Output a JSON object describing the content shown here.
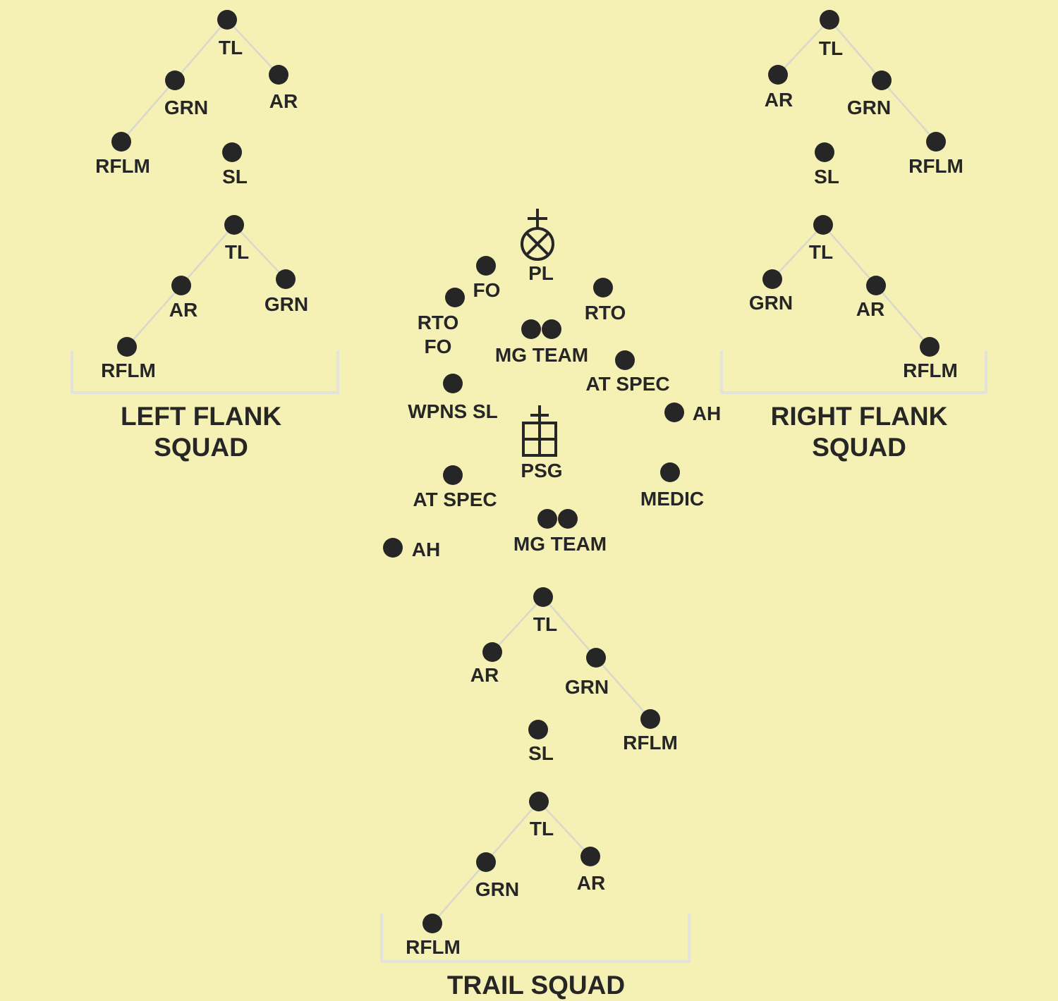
{
  "colors": {
    "background": "#f5f0b4",
    "marker": "#262626",
    "link": "#d8d8cc",
    "bracket": "#e3e3dc"
  },
  "squad_captions": {
    "left_flank": [
      "LEFT FLANK",
      "SQUAD"
    ],
    "right_flank": [
      "RIGHT FLANK",
      "SQUAD"
    ],
    "trail": [
      "TRAIL SQUAD"
    ]
  },
  "icons": {
    "platoon_leader": "platoon-leader-symbol-icon",
    "platoon_sergeant": "platoon-sergeant-symbol-icon"
  },
  "labels": {
    "lf_a_tl": "TL",
    "lf_a_grn": "GRN",
    "lf_a_ar": "AR",
    "lf_a_rflm": "RFLM",
    "lf_sl": "SL",
    "lf_b_tl": "TL",
    "lf_b_ar": "AR",
    "lf_b_grn": "GRN",
    "lf_b_rflm": "RFLM",
    "rf_a_tl": "TL",
    "rf_a_ar": "AR",
    "rf_a_grn": "GRN",
    "rf_a_rflm": "RFLM",
    "rf_sl": "SL",
    "rf_b_tl": "TL",
    "rf_b_grn": "GRN",
    "rf_b_ar": "AR",
    "rf_b_rflm": "RFLM",
    "hq_pl": "PL",
    "hq_fo": "FO",
    "hq_rto_fo_1": "RTO",
    "hq_rto_fo_2": "FO",
    "hq_rto": "RTO",
    "hq_mg1": "MG TEAM",
    "hq_at1": "AT SPEC",
    "hq_wpns": "WPNS SL",
    "hq_ah1": "AH",
    "hq_psg": "PSG",
    "hq_at2": "AT SPEC",
    "hq_medic": "MEDIC",
    "hq_mg2": "MG TEAM",
    "hq_ah2": "AH",
    "tr_a_tl": "TL",
    "tr_a_ar": "AR",
    "tr_a_grn": "GRN",
    "tr_a_rflm": "RFLM",
    "tr_sl": "SL",
    "tr_b_tl": "TL",
    "tr_b_grn": "GRN",
    "tr_b_ar": "AR",
    "tr_b_rflm": "RFLM"
  }
}
